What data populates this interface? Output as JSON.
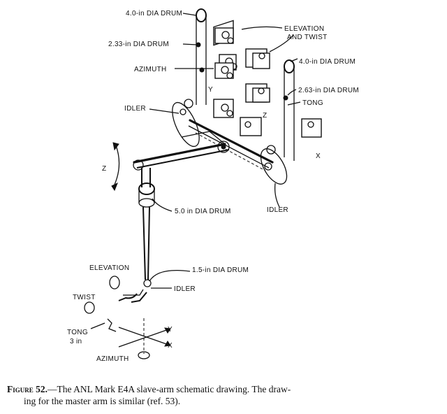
{
  "labels": {
    "drum_40_left": "4.0-in DIA DRUM",
    "drum_233": "2.33-in DIA DRUM",
    "azimuth_top": "AZIMUTH",
    "idler_left": "IDLER",
    "y_top": "Y",
    "elevation_twist_1": "ELEVATION",
    "elevation_twist_2": "AND TWIST",
    "drum_40_right": "4.0-in DIA DRUM",
    "drum_263": "2.63-in DIA DRUM",
    "tong_top": "TONG",
    "z_mid": "Z",
    "x_right": "X",
    "z_rot": "Z",
    "drum_50": "5.0 in DIA DRUM",
    "idler_right": "IDLER",
    "elevation_bottom": "ELEVATION",
    "drum_15": "1.5-in DIA DRUM",
    "idler_bottom": "IDLER",
    "twist_bottom": "TWIST",
    "tong_bottom_1": "TONG",
    "tong_bottom_2": "3 in",
    "axis_y": "Y",
    "axis_x": "X",
    "azimuth_bottom": "AZIMUTH"
  },
  "caption": {
    "figure_label": "Figure 52.",
    "text_line1": "—The ANL Mark E4A slave-arm schematic drawing. The draw-",
    "text_line2": "ing for the master arm is similar (ref. 53)."
  }
}
